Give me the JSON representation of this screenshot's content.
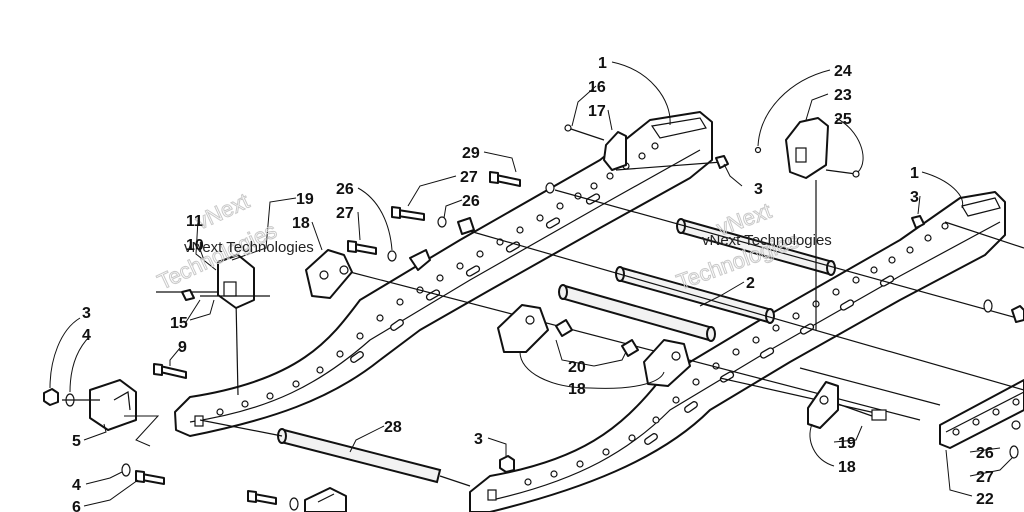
{
  "watermark": {
    "line1": "vNext",
    "line2": "Technologies",
    "small_text": "vNext Technologies"
  },
  "callouts": [
    {
      "id": "c-1a",
      "text": "1"
    },
    {
      "id": "c-16",
      "text": "16"
    },
    {
      "id": "c-17",
      "text": "17"
    },
    {
      "id": "c-24",
      "text": "24"
    },
    {
      "id": "c-23",
      "text": "23"
    },
    {
      "id": "c-25",
      "text": "25"
    },
    {
      "id": "c-29",
      "text": "29"
    },
    {
      "id": "c-27a",
      "text": "27"
    },
    {
      "id": "c-26a",
      "text": "26"
    },
    {
      "id": "c-3a",
      "text": "3"
    },
    {
      "id": "c-1b",
      "text": "1"
    },
    {
      "id": "c-3b",
      "text": "3"
    },
    {
      "id": "c-19a",
      "text": "19"
    },
    {
      "id": "c-26b",
      "text": "26"
    },
    {
      "id": "c-27b",
      "text": "27"
    },
    {
      "id": "c-11",
      "text": "11"
    },
    {
      "id": "c-10",
      "text": "10"
    },
    {
      "id": "c-18a",
      "text": "18"
    },
    {
      "id": "c-2",
      "text": "2"
    },
    {
      "id": "c-15",
      "text": "15"
    },
    {
      "id": "c-3c",
      "text": "3"
    },
    {
      "id": "c-4a",
      "text": "4"
    },
    {
      "id": "c-9",
      "text": "9"
    },
    {
      "id": "c-20",
      "text": "20"
    },
    {
      "id": "c-18b",
      "text": "18"
    },
    {
      "id": "c-5",
      "text": "5"
    },
    {
      "id": "c-28",
      "text": "28"
    },
    {
      "id": "c-19b",
      "text": "19"
    },
    {
      "id": "c-18c",
      "text": "18"
    },
    {
      "id": "c-3d",
      "text": "3"
    },
    {
      "id": "c-4b",
      "text": "4"
    },
    {
      "id": "c-6",
      "text": "6"
    },
    {
      "id": "c-26c",
      "text": "26"
    },
    {
      "id": "c-27c",
      "text": "27"
    },
    {
      "id": "c-22",
      "text": "22"
    }
  ]
}
